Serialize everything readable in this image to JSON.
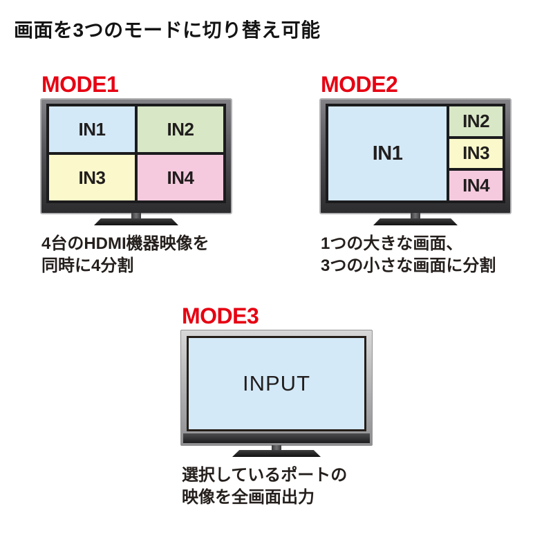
{
  "title": "画面を3つのモードに切り替え可能",
  "colors": {
    "accent_red": "#e60012",
    "panel_blue": "#d4e9f7",
    "panel_green": "#d8e7c6",
    "panel_yellow": "#fbf8cb",
    "panel_pink": "#f6cade"
  },
  "modes": [
    {
      "label": "MODE1",
      "layout": "quad-split",
      "panels": [
        {
          "label": "IN1",
          "color": "panel_blue"
        },
        {
          "label": "IN2",
          "color": "panel_green"
        },
        {
          "label": "IN3",
          "color": "panel_yellow"
        },
        {
          "label": "IN4",
          "color": "panel_pink"
        }
      ],
      "caption": [
        "4台のHDMI機器映像を",
        "同時に4分割"
      ]
    },
    {
      "label": "MODE2",
      "layout": "one-large-three-small",
      "panels": [
        {
          "label": "IN1",
          "color": "panel_blue"
        },
        {
          "label": "IN2",
          "color": "panel_green"
        },
        {
          "label": "IN3",
          "color": "panel_yellow"
        },
        {
          "label": "IN4",
          "color": "panel_pink"
        }
      ],
      "caption": [
        "1つの大きな画面、",
        "3つの小さな画面に分割"
      ]
    },
    {
      "label": "MODE3",
      "layout": "full-screen",
      "panels": [
        {
          "label": "INPUT",
          "color": "panel_blue"
        }
      ],
      "caption": [
        "選択しているポートの",
        "映像を全画面出力"
      ]
    }
  ]
}
